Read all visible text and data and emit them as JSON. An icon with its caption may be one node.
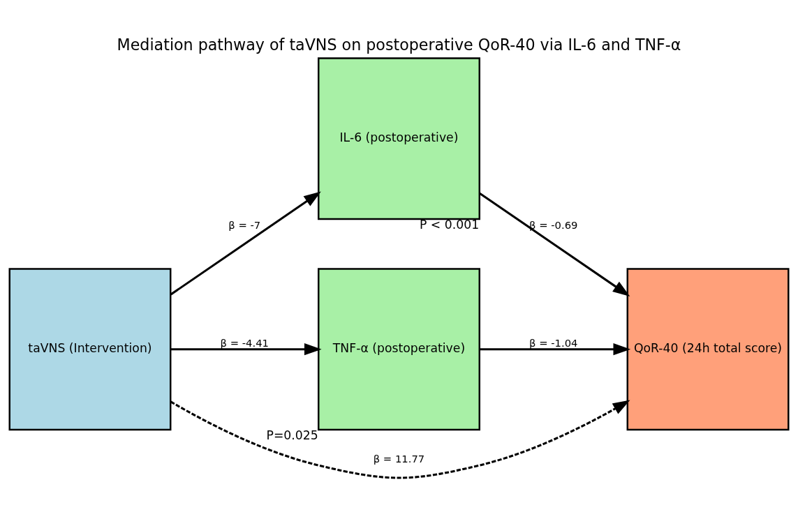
{
  "diagram": {
    "title": "Mediation pathway of taVNS on postoperative QoR-40 via IL-6 and TNF-α",
    "nodes": [
      {
        "text": [
          "taVNS (Intervention)"
        ]
      },
      {
        "text": [
          "IL-6 (postoperative)"
        ],
        "beside": [
          "P < 0.001"
        ]
      },
      {
        "text": [
          "TNF-α (postoperative)"
        ],
        "beside": [
          "P=0.025"
        ]
      },
      {
        "text": [
          "QoR-40 (24h total score)"
        ]
      }
    ],
    "edges": [
      {
        "from": 0,
        "to": 1,
        "arrow": "to",
        "label": "β = -7"
      },
      {
        "from": 0,
        "to": 2,
        "arrow": "to",
        "label": "β = -4.41"
      },
      {
        "from": 1,
        "to": 3,
        "arrow": "to",
        "label": "β = -0.69"
      },
      {
        "from": 2,
        "to": 3,
        "arrow": "to",
        "label": "β = -1.04"
      },
      {
        "from": 0,
        "to": 3,
        "arrow": "to",
        "label": "β = 11.77",
        "style": "dashed"
      }
    ]
  }
}
